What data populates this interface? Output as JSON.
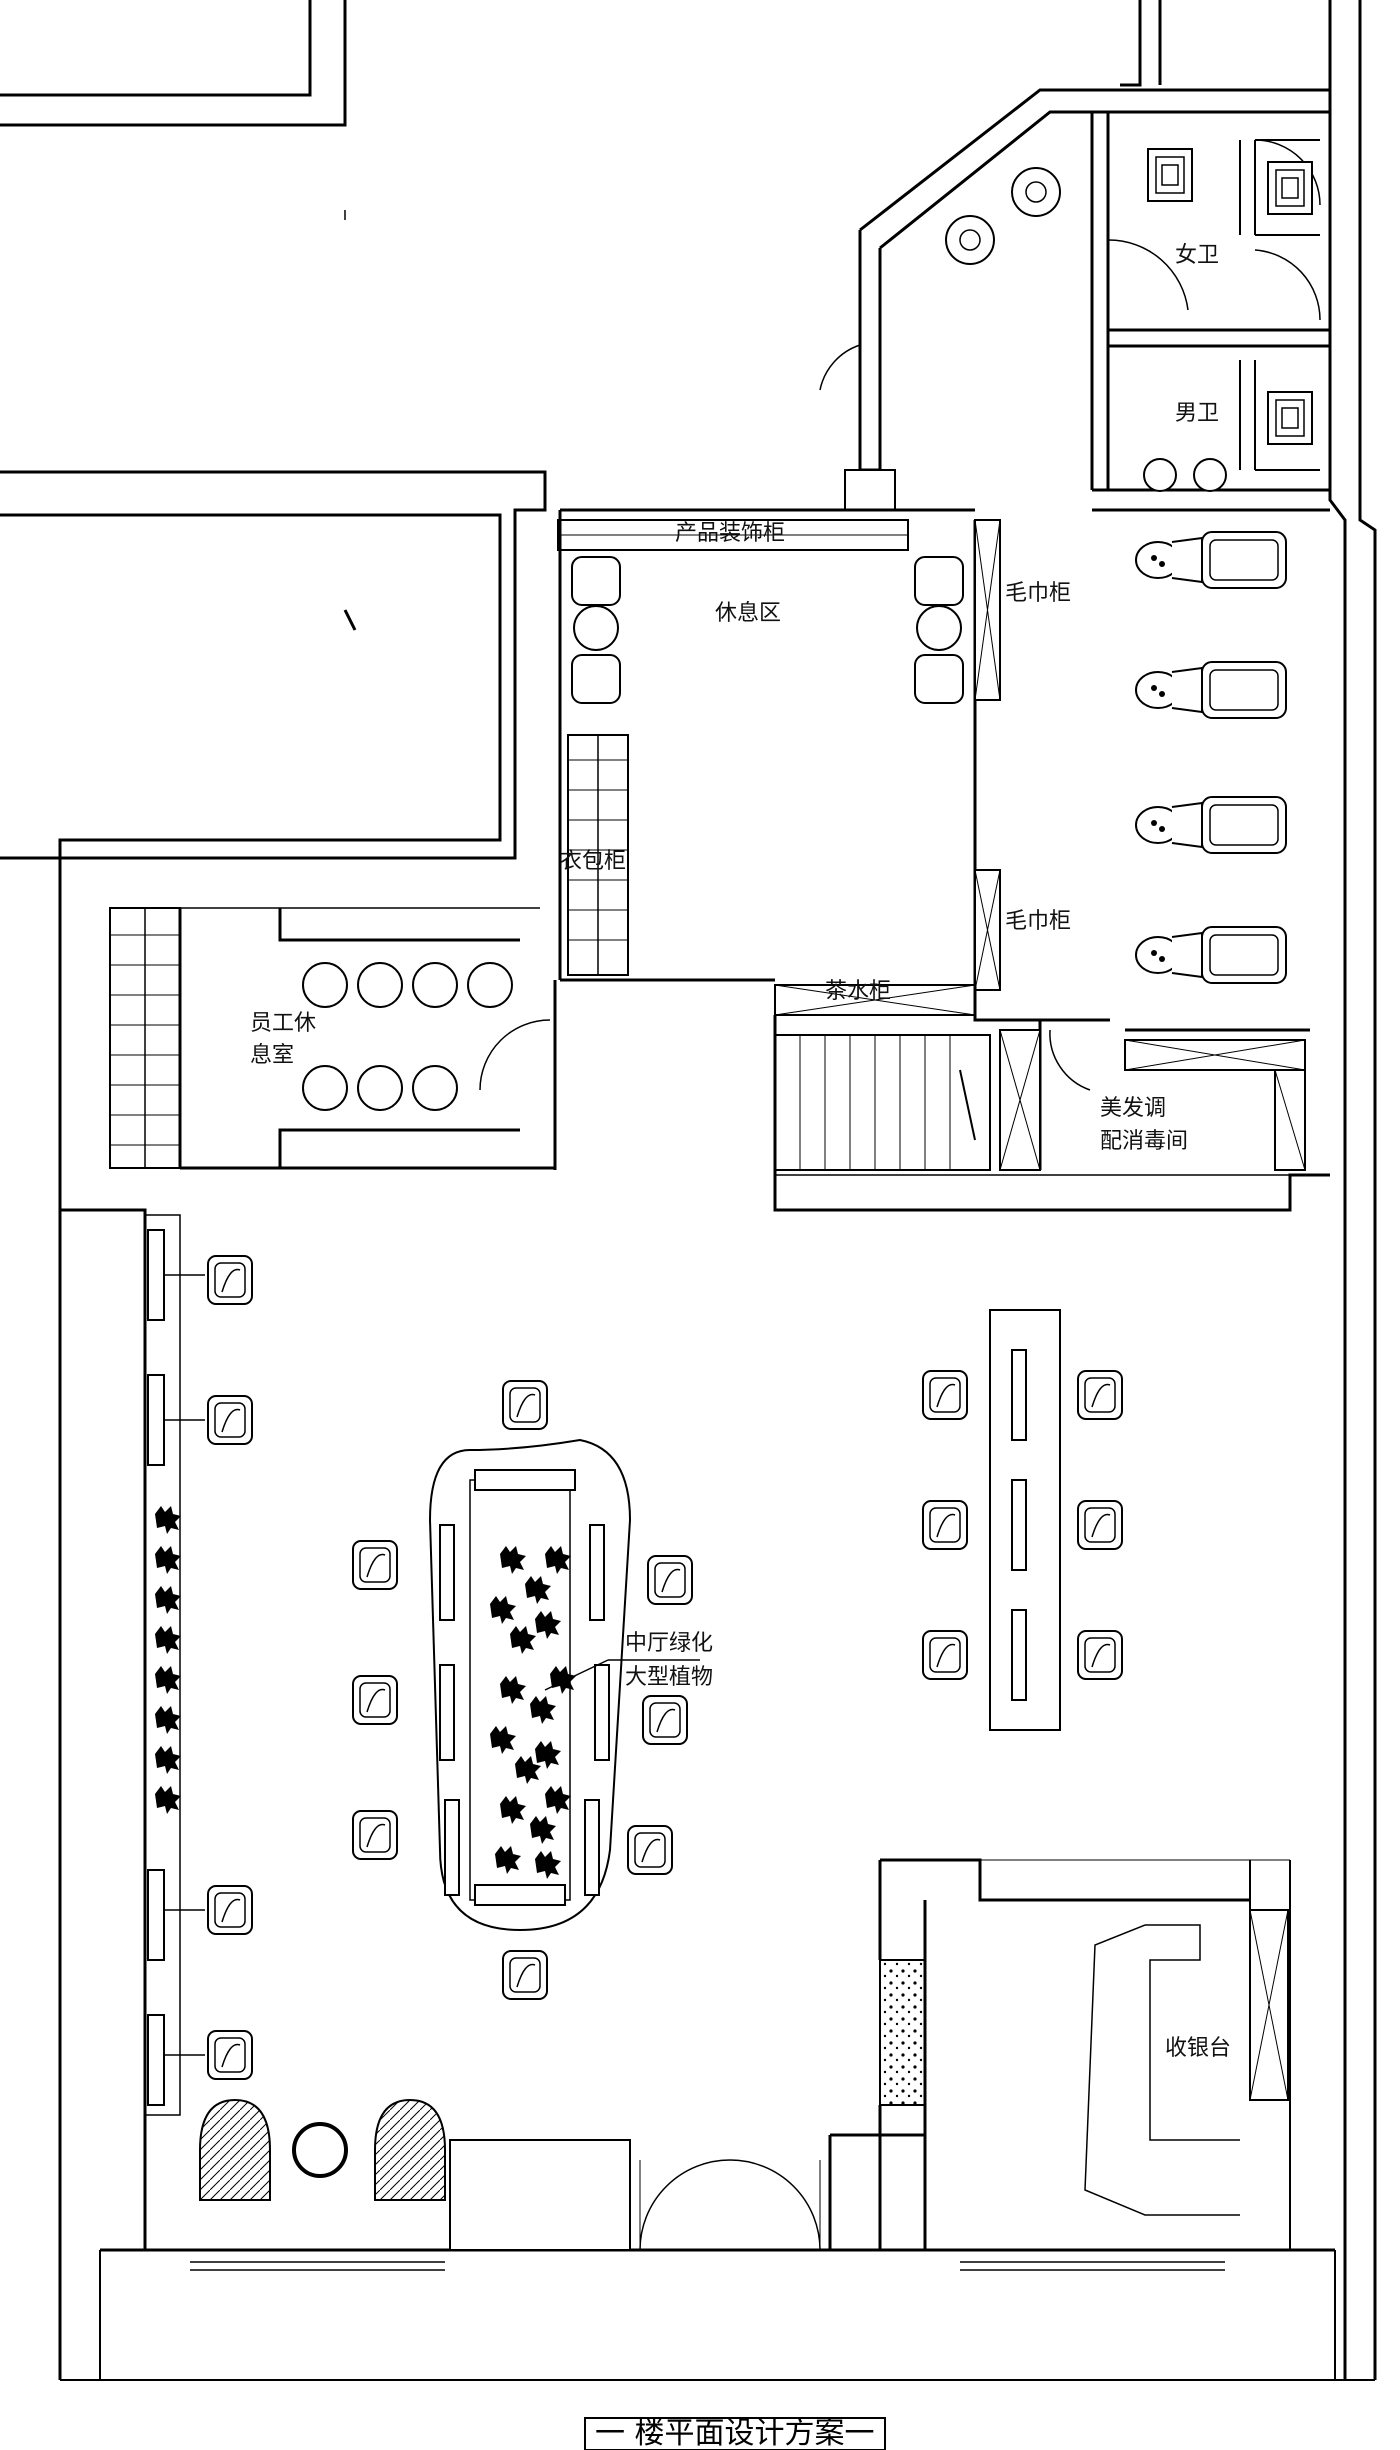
{
  "plan_title": "一 楼平面设计方案一",
  "rooms": {
    "womens_restroom": "女卫",
    "mens_restroom": "男卫",
    "product_display_cabinet": "产品装饰柜",
    "lounge_area": "休息区",
    "towel_cabinet_1": "毛巾柜",
    "towel_cabinet_2": "毛巾柜",
    "coat_bag_cabinet": "衣包柜",
    "staff_lounge_line1": "员工休",
    "staff_lounge_line2": "息室",
    "tea_cabinet": "茶水柜",
    "hair_mixing_line1": "美发调",
    "hair_mixing_line2": "配消毒间",
    "central_plants_line1": "中厅绿化",
    "central_plants_line2": "大型植物",
    "cashier_counter": "收银台"
  }
}
